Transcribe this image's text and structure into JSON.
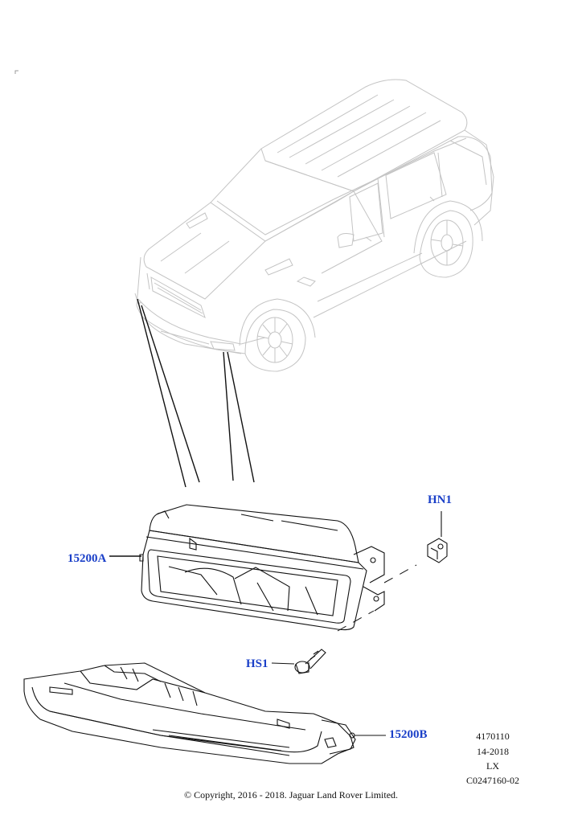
{
  "callouts": {
    "part_15200A": "15200A",
    "part_HN1": "HN1",
    "part_HS1": "HS1",
    "part_15200B": "15200B"
  },
  "reference": {
    "line1": "4170110",
    "line2": "14-2018",
    "line3": "LX",
    "line4": "C0247160-02"
  },
  "copyright": "© Copyright, 2016 - 2018. Jaguar Land Rover Limited.",
  "colors": {
    "callout": "#1a3fc8",
    "vehicle_outline": "#c4c4c4",
    "part_outline": "#111111"
  }
}
